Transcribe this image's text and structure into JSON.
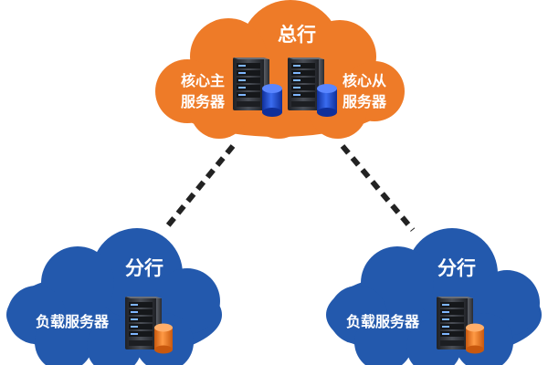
{
  "colors": {
    "hq_cloud": "#ee7b28",
    "branch_cloud": "#2359ad",
    "connector": "#222222",
    "label_text": "#ffffff",
    "server_body": "#2b2d31",
    "server_face": "#3a3d43",
    "db_core": "#1a46c8",
    "db_branch": "#f07a20"
  },
  "hq": {
    "title": "总行",
    "primary": {
      "line1": "核心主",
      "line2": "服务器",
      "icon": "server-with-database-icon"
    },
    "secondary": {
      "line1": "核心从",
      "line2": "服务器",
      "icon": "server-with-database-icon"
    }
  },
  "branches": [
    {
      "title": "分行",
      "server_label": "负载服务器",
      "icon": "server-with-database-icon"
    },
    {
      "title": "分行",
      "server_label": "负载服务器",
      "icon": "server-with-database-icon"
    }
  ]
}
